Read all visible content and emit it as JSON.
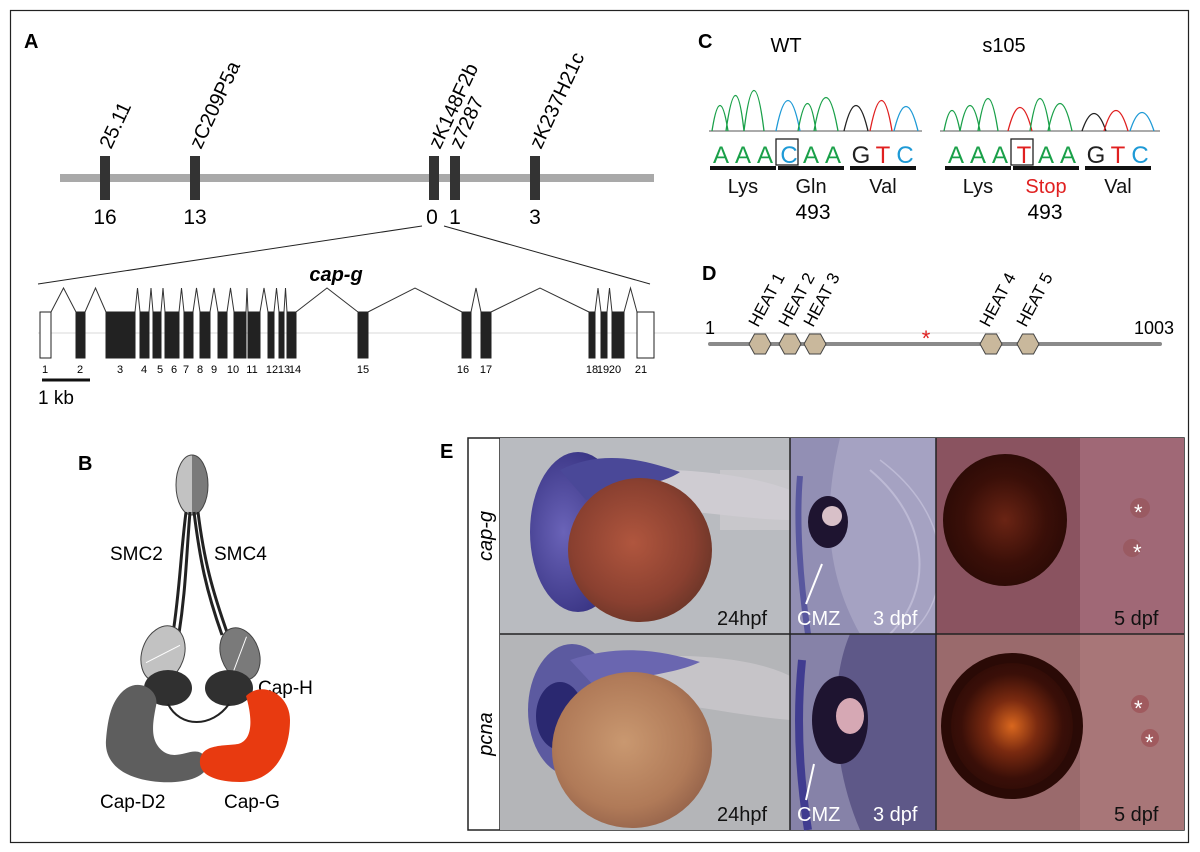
{
  "panels": {
    "A": "A",
    "B": "B",
    "C": "C",
    "D": "D",
    "E": "E"
  },
  "panelA": {
    "gene_name": "cap-g",
    "markers": [
      "25.11",
      "zC209P5a",
      "zK148F2b",
      "z7287",
      "zK237H21c"
    ],
    "marker_numbers": [
      "16",
      "13",
      "0",
      "1",
      "3"
    ],
    "exon_labels": [
      "1",
      "2",
      "3",
      "4",
      "5",
      "6",
      "7",
      "8",
      "9",
      "10",
      "11",
      "12",
      "13",
      "14",
      "15",
      "16",
      "17",
      "18",
      "19",
      "20",
      "21"
    ],
    "scale_label": "1 kb"
  },
  "panelB": {
    "labels": {
      "smc2": "SMC2",
      "smc4": "SMC4",
      "caph": "Cap-H",
      "capd2": "Cap-D2",
      "capg": "Cap-G"
    },
    "colors": {
      "capg": "#e83a10",
      "capd2": "#5e5e5e",
      "caph": "#303030",
      "smc_light": "#c2c2c2",
      "smc_dark": "#7a7a7a"
    }
  },
  "panelC": {
    "wt_title": "WT",
    "mut_title": "s105",
    "wt_bases": [
      "A",
      "A",
      "A",
      "C",
      "A",
      "A",
      "G",
      "T",
      "C"
    ],
    "mut_bases": [
      "A",
      "A",
      "A",
      "T",
      "A",
      "A",
      "G",
      "T",
      "C"
    ],
    "wt_codons": [
      "Lys",
      "Gln",
      "Val"
    ],
    "mut_codons": [
      "Lys",
      "Stop",
      "Val"
    ],
    "wt_position": "493",
    "mut_position": "493",
    "base_colors": {
      "A": "#1aa049",
      "C": "#1e9ad6",
      "G": "#222222",
      "T": "#e02020"
    }
  },
  "panelD": {
    "start": "1",
    "end": "1003",
    "domains": [
      "HEAT 1",
      "HEAT 2",
      "HEAT 3",
      "HEAT 4",
      "HEAT 5"
    ],
    "mutation_mark": "*"
  },
  "panelE": {
    "rows": [
      "cap-g",
      "pcna"
    ],
    "stages": [
      "24hpf",
      "3 dpf",
      "5 dpf"
    ],
    "cmz_label": "CMZ",
    "asterisk": "*"
  }
}
